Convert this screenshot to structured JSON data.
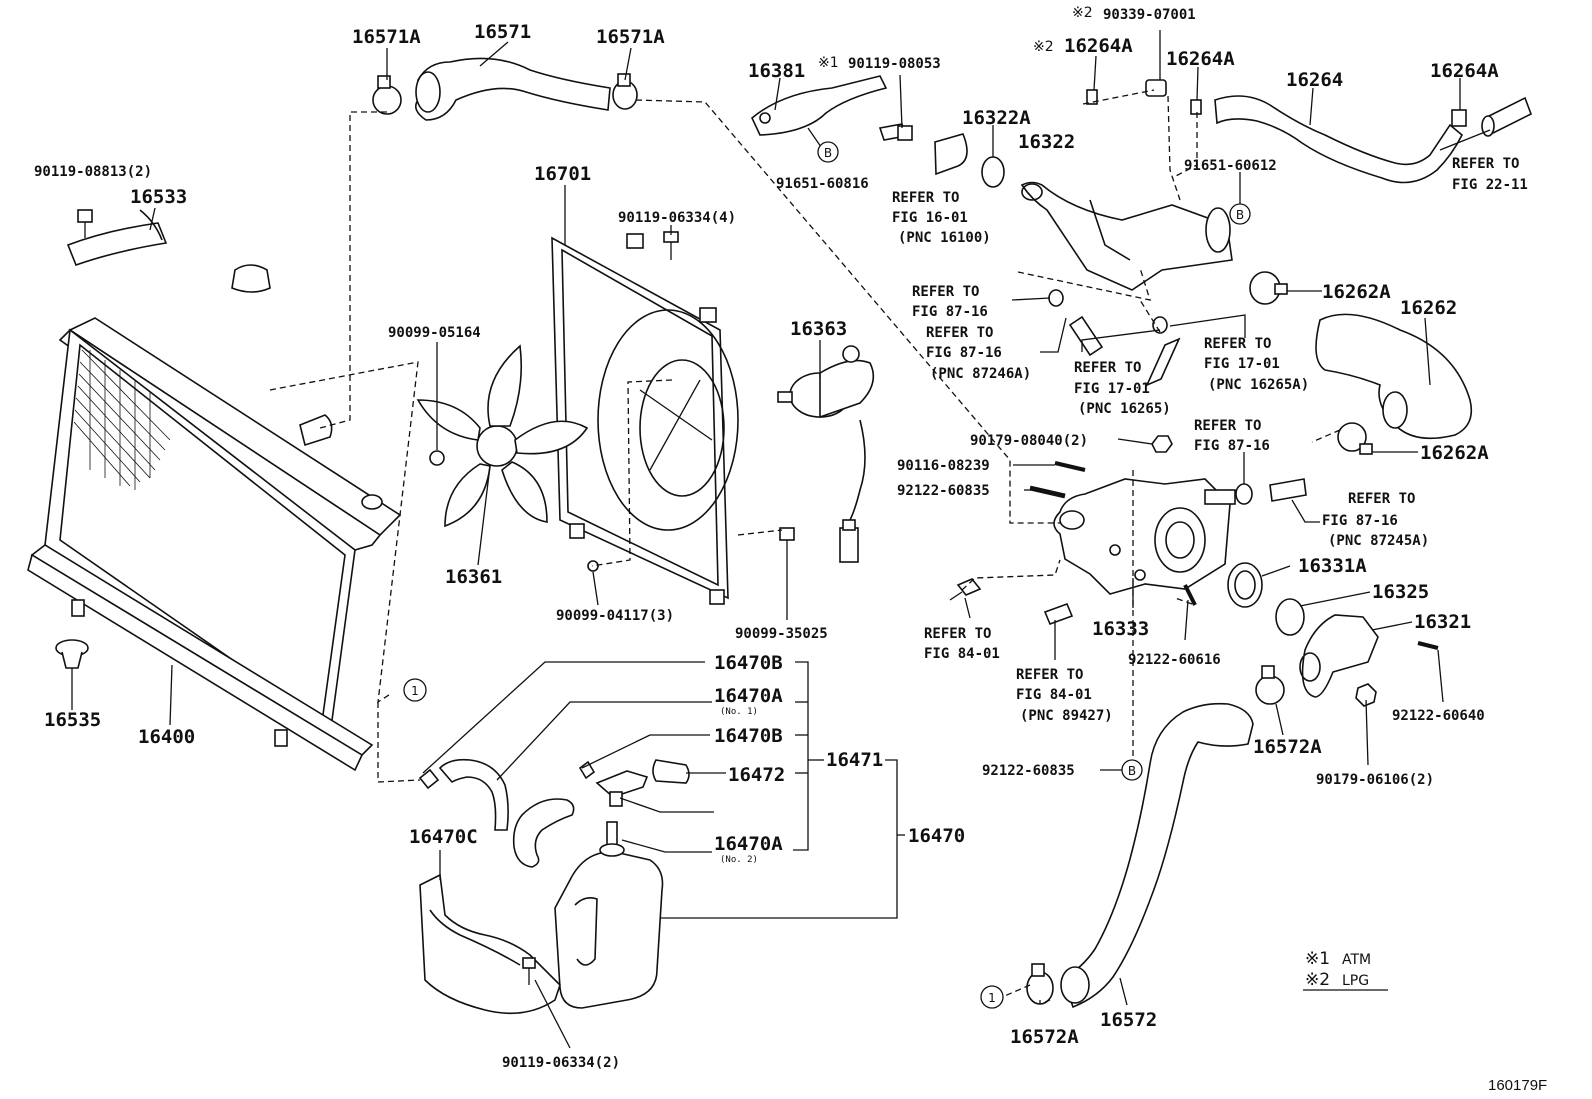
{
  "labels": {
    "p16571A_l": "16571A",
    "p16571": "16571",
    "p16571A_r": "16571A",
    "p90119_08813": "90119-08813(2)",
    "p16533": "16533",
    "p16701": "16701",
    "p90119_06334_4": "90119-06334(4)",
    "p90099_05164": "90099-05164",
    "p16363": "16363",
    "p16361": "16361",
    "p90099_04117": "90099-04117(3)",
    "p90099_35025": "90099-35025",
    "p16535": "16535",
    "p16400": "16400",
    "p16381": "16381",
    "p90119_08053": "90119-08053",
    "p91651_60816": "91651-60816",
    "p16322A": "16322A",
    "p16322": "16322",
    "p90339_07001": "90339-07001",
    "p16264A_l": "16264A",
    "p16264A_m": "16264A",
    "p16264": "16264",
    "p16264A_r": "16264A",
    "p91651_60612": "91651-60612",
    "p16262A_t": "16262A",
    "p16262": "16262",
    "p16262A_b": "16262A",
    "p90179_08040": "90179-08040(2)",
    "p90116_08239": "90116-08239",
    "p92122_60835_t": "92122-60835",
    "p16331A": "16331A",
    "p16325": "16325",
    "p16321": "16321",
    "p16333": "16333",
    "p92122_60616": "92122-60616",
    "p92122_60640": "92122-60640",
    "p16572A_r": "16572A",
    "p90179_06106": "90179-06106(2)",
    "p92122_60835_b": "92122-60835",
    "p16470B_t": "16470B",
    "p16470A_t": "16470A",
    "p16470A_t_no": "(No. 1)",
    "p16470B_m": "16470B",
    "p16472": "16472",
    "p16471": "16471",
    "p16470A_b": "16470A",
    "p16470A_b_no": "(No. 2)",
    "p16470": "16470",
    "p16470C": "16470C",
    "p90119_06334_2": "90119-06334(2)",
    "p16572A_b": "16572A",
    "p16572": "16572"
  },
  "refs": {
    "r16_01": [
      "REFER TO",
      "FIG 16-01",
      "(PNC 16100)"
    ],
    "r22_11": [
      "REFER TO",
      "FIG 22-11"
    ],
    "r87_16a": [
      "REFER TO",
      "FIG 87-16"
    ],
    "r87_16b": [
      "REFER TO",
      "FIG 87-16",
      "(PNC 87246A)"
    ],
    "r17_01a": [
      "REFER TO",
      "FIG 17-01",
      "(PNC 16265)"
    ],
    "r17_01b": [
      "REFER TO",
      "FIG 17-01",
      "(PNC 16265A)"
    ],
    "r87_16c": [
      "REFER TO",
      "FIG 87-16"
    ],
    "r87_16d": [
      "REFER TO",
      "FIG 87-16",
      "(PNC 87245A)"
    ],
    "r84_01a": [
      "REFER TO",
      "FIG 84-01"
    ],
    "r84_01b": [
      "REFER TO",
      "FIG 84-01",
      "(PNC 89427)"
    ]
  },
  "marks": {
    "star1": "※1",
    "star2": "※2",
    "circle_b": "B",
    "circle_1": "1"
  },
  "legend": {
    "k1": "※1",
    "v1": "ATM",
    "k2": "※2",
    "v2": "LPG"
  },
  "figure_id": "160179F"
}
